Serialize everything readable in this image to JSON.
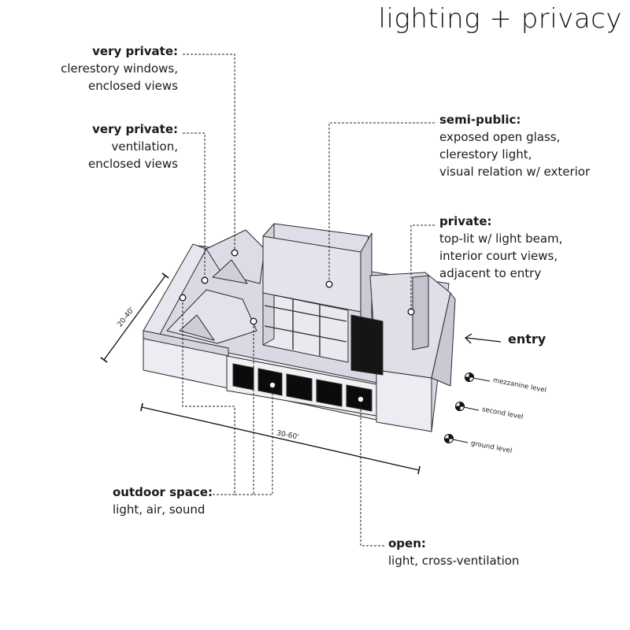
{
  "title": "lighting + privacy",
  "annotations": [
    {
      "id": "very-private-1",
      "heading": "very private:",
      "lines": [
        "clerestory windows,",
        "enclosed views"
      ]
    },
    {
      "id": "very-private-2",
      "heading": "very private:",
      "lines": [
        "ventilation,",
        "enclosed views"
      ]
    },
    {
      "id": "semi-public",
      "heading": "semi-public:",
      "lines": [
        "exposed open glass,",
        "clerestory light,",
        "visual relation w/ exterior"
      ]
    },
    {
      "id": "private",
      "heading": "private:",
      "lines": [
        "top-lit w/ light beam,",
        "interior court views,",
        "adjacent to entry"
      ]
    },
    {
      "id": "outdoor-space",
      "heading": "outdoor space:",
      "lines": [
        "light, air, sound"
      ]
    },
    {
      "id": "open",
      "heading": "open:",
      "lines": [
        "light, cross-ventilation"
      ]
    }
  ],
  "entry_label": "entry",
  "levels": [
    "mezzanine level",
    "second level",
    "ground level"
  ],
  "dimensions": {
    "width": "20-40'",
    "length": "30-60'"
  },
  "colors": {
    "ink": "#1a1a1a",
    "model_fill": "#e4e4ee",
    "model_shade": "#c9c9d6",
    "opening": "#0b0b0b"
  }
}
